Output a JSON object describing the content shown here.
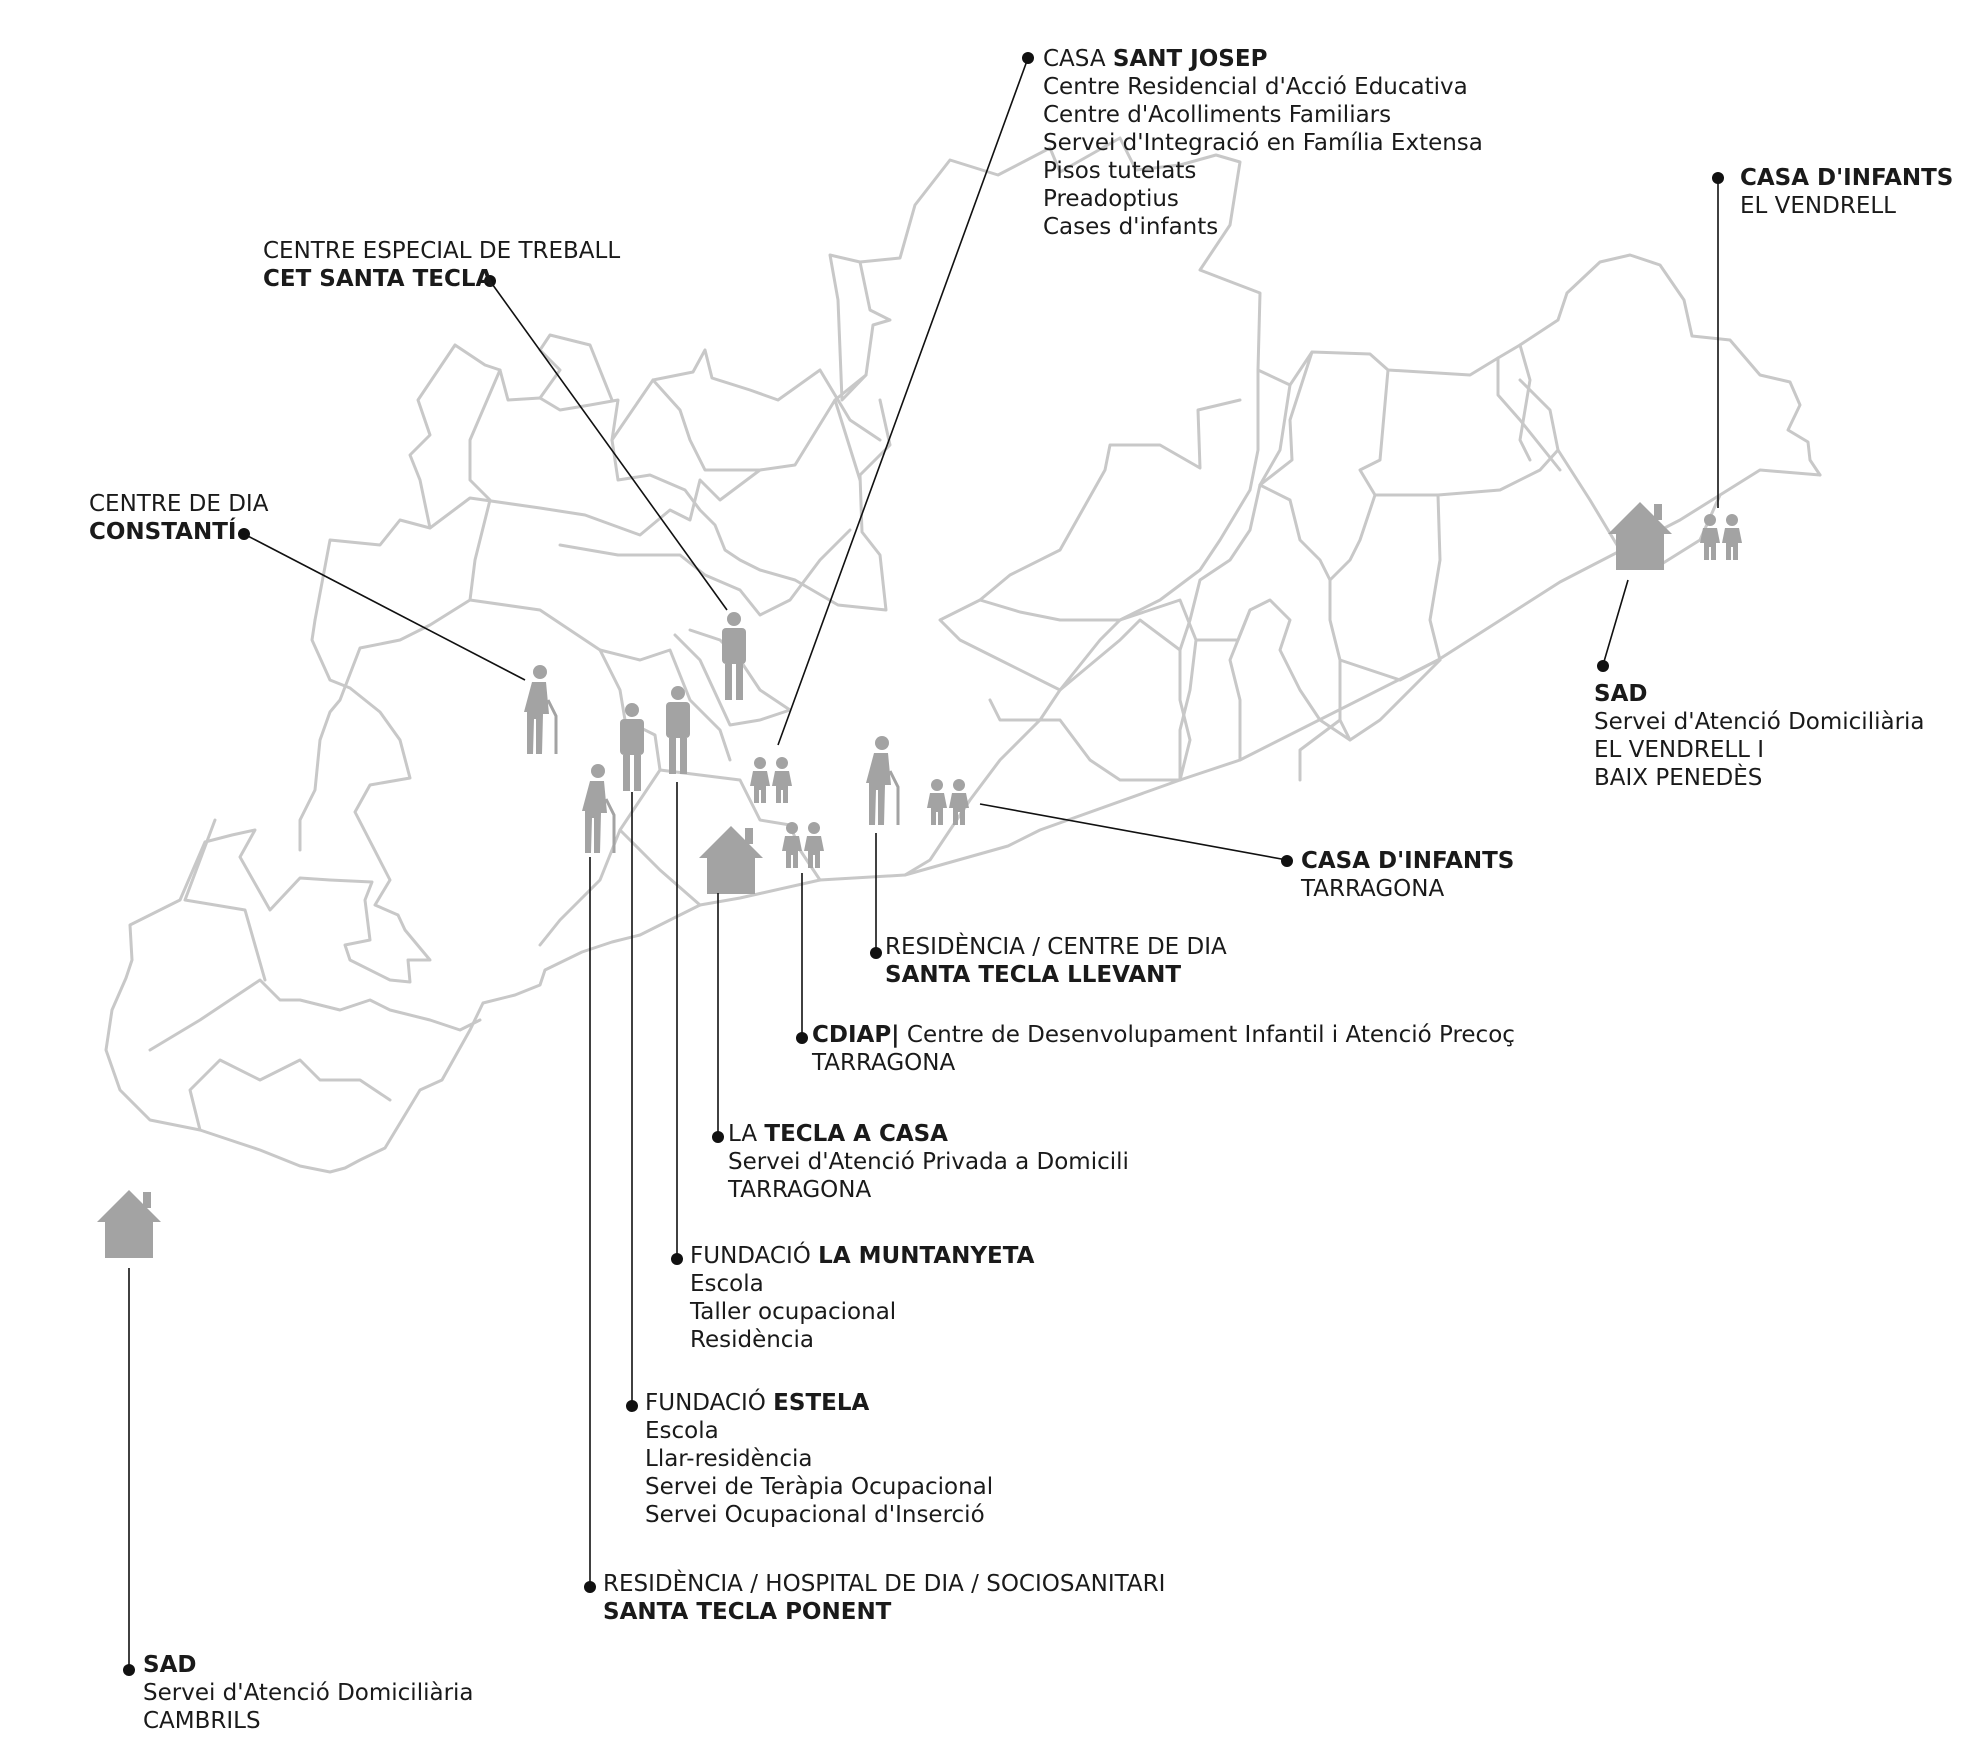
{
  "labels": {
    "casa_sant_josep": {
      "prefix": "CASA ",
      "name": "SANT JOSEP",
      "lines": [
        "Centre Residencial d'Acció Educativa",
        "Centre d'Acolliments Familiars",
        "Servei d'Integració en Família Extensa",
        "Pisos tutelats",
        "Preadoptius",
        "Cases d'infants"
      ]
    },
    "cet_santa_tecla": {
      "line1": "CENTRE ESPECIAL DE TREBALL",
      "name": "CET SANTA TECLA"
    },
    "casa_infants_vendrell": {
      "name": "CASA D'INFANTS",
      "line2": "EL VENDRELL"
    },
    "centre_dia_constanti": {
      "line1": "CENTRE DE DIA",
      "name": "CONSTANTÍ"
    },
    "sad_vendrell": {
      "name": "SAD",
      "lines": [
        "Servei d'Atenció Domiciliària",
        "EL VENDRELL I",
        "BAIX PENEDÈS"
      ]
    },
    "casa_infants_tarragona": {
      "name": "CASA D'INFANTS",
      "line2": "TARRAGONA"
    },
    "residencia_llevant": {
      "line1": "RESIDÈNCIA / CENTRE DE DIA",
      "name": "SANTA TECLA LLEVANT"
    },
    "cdiap": {
      "name": "CDIAP|",
      "desc": " Centre de Desenvolupament Infantil i Atenció Precoç",
      "line2": "TARRAGONA"
    },
    "tecla_a_casa": {
      "prefix": "LA ",
      "name": "TECLA A CASA",
      "lines": [
        "Servei d'Atenció Privada a Domicili",
        "TARRAGONA"
      ]
    },
    "muntanyeta": {
      "prefix": "FUNDACIÓ ",
      "name": "LA MUNTANYETA",
      "lines": [
        "Escola",
        "Taller ocupacional",
        "Residència"
      ]
    },
    "estela": {
      "prefix": "FUNDACIÓ ",
      "name": "ESTELA",
      "lines": [
        "Escola",
        "Llar-residència",
        "Servei de Teràpia Ocupacional",
        "Servei Ocupacional d'Inserció"
      ]
    },
    "residencia_ponent": {
      "line1": "RESIDÈNCIA / HOSPITAL DE DIA / SOCIOSANITARI",
      "name": "SANTA TECLA PONENT"
    },
    "sad_cambrils": {
      "name": "SAD",
      "lines": [
        "Servei d'Atenció Domiciliària",
        "CAMBRILS"
      ]
    }
  },
  "colors": {
    "map_border": "#c8c8c8",
    "icon": "#a3a3a3",
    "leader": "#111111"
  },
  "icons": [
    "house-icon",
    "children-icon",
    "adult-person-icon",
    "elderly-person-icon"
  ]
}
